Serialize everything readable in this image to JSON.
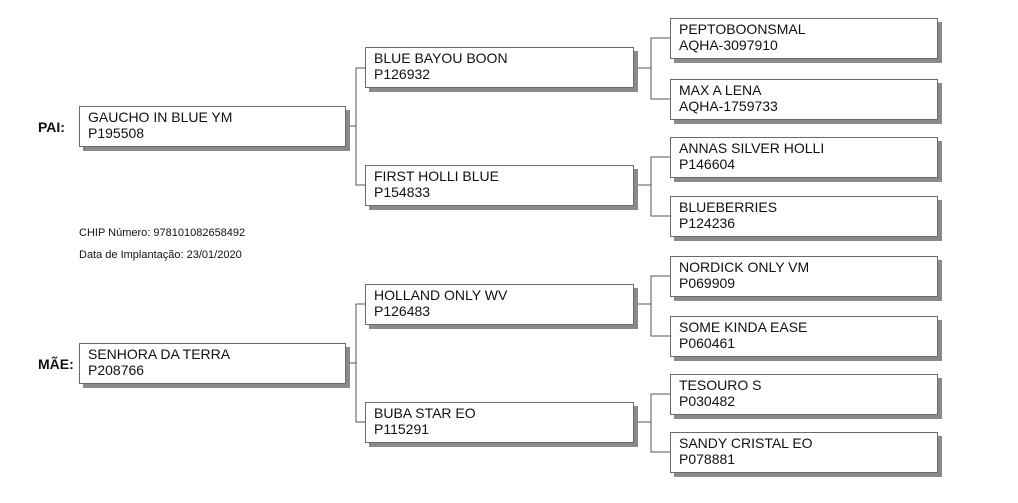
{
  "labels": {
    "sire": "PAI:",
    "dam": "MÃE:"
  },
  "chip": {
    "number_label": "CHIP Número:",
    "number": "978101082658492",
    "date_label": "Data de Implantação:",
    "date": "23/01/2020"
  },
  "sire": {
    "name": "GAUCHO IN BLUE YM",
    "reg": "P195508"
  },
  "dam": {
    "name": "SENHORA DA TERRA",
    "reg": "P208766"
  },
  "sire_sire": {
    "name": "BLUE BAYOU BOON",
    "reg": "P126932"
  },
  "sire_dam": {
    "name": "FIRST HOLLI BLUE",
    "reg": "P154833"
  },
  "dam_sire": {
    "name": "HOLLAND ONLY WV",
    "reg": "P126483"
  },
  "dam_dam": {
    "name": "BUBA STAR EO",
    "reg": "P115291"
  },
  "g3": [
    {
      "name": "PEPTOBOONSMAL",
      "reg": "AQHA-3097910"
    },
    {
      "name": "MAX A LENA",
      "reg": "AQHA-1759733"
    },
    {
      "name": "ANNAS SILVER HOLLI",
      "reg": "P146604"
    },
    {
      "name": "BLUEBERRIES",
      "reg": "P124236"
    },
    {
      "name": "NORDICK ONLY VM",
      "reg": "P069909"
    },
    {
      "name": "SOME KINDA EASE",
      "reg": "P060461"
    },
    {
      "name": "TESOURO S",
      "reg": "P030482"
    },
    {
      "name": "SANDY CRISTAL EO",
      "reg": "P078881"
    }
  ]
}
